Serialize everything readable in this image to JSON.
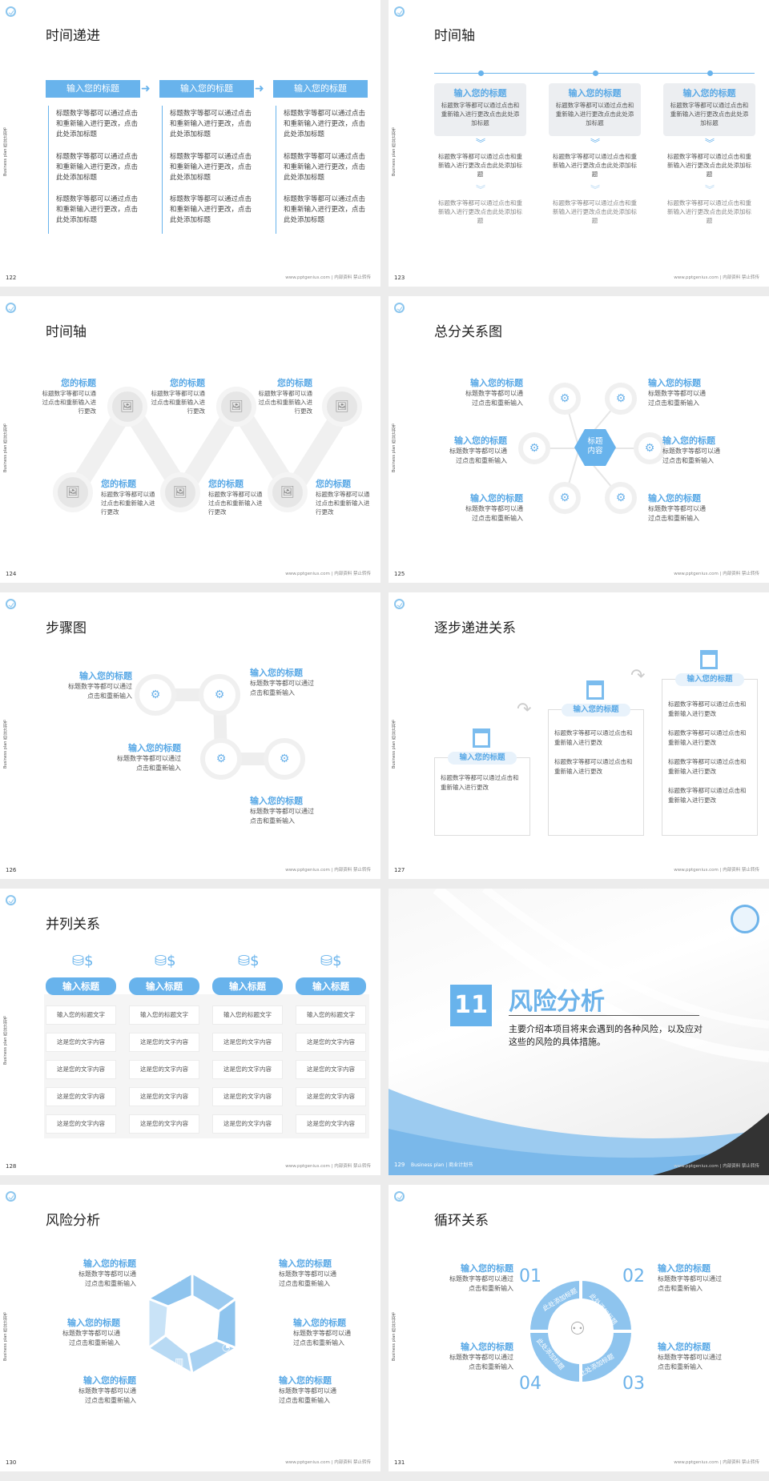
{
  "footer_text": "www.pptgenius.com | 内部资料 禁止转传",
  "side_label": "Business plan 商业计划书",
  "s122": {
    "num": "122",
    "title": "时间递进",
    "headers": [
      "输入您的标题",
      "输入您的标题",
      "输入您的标题"
    ],
    "items": [
      [
        "标题数字等都可以通过点击和重新输入进行更改，点击此处添加标题",
        "标题数字等都可以通过点击和重新输入进行更改，点击此处添加标题",
        "标题数字等都可以通过点击和重新输入进行更改，点击此处添加标题"
      ],
      [
        "标题数字等都可以通过点击和重新输入进行更改，点击此处添加标题",
        "标题数字等都可以通过点击和重新输入进行更改，点击此处添加标题",
        "标题数字等都可以通过点击和重新输入进行更改，点击此处添加标题"
      ],
      [
        "标题数字等都可以通过点击和重新输入进行更改，点击此处添加标题",
        "标题数字等都可以通过点击和重新输入进行更改，点击此处添加标题",
        "标题数字等都可以通过点击和重新输入进行更改，点击此处添加标题"
      ]
    ]
  },
  "s123": {
    "num": "123",
    "title": "时间轴",
    "col_title": "输入您的标题",
    "col_text": "标题数字等都可以通过点击和重新输入进行更改点击此处添加标题",
    "sub_text": "标题数字等都可以通过点击和重新输入进行更改点击此处添加标题"
  },
  "s124": {
    "num": "124",
    "title": "时间轴",
    "item_title": "您的标题",
    "item_text": "标题数字等都可以通过点击和重新输入进行更改"
  },
  "s125": {
    "num": "125",
    "title": "总分关系图",
    "center": "标题内容",
    "item_title": "输入您的标题",
    "item_text": "标题数字等都可以通过点击和重新输入"
  },
  "s126": {
    "num": "126",
    "title": "步骤图",
    "item_title": "输入您的标题",
    "item_text": "标题数字等都可以通过点击和重新输入"
  },
  "s127": {
    "num": "127",
    "title": "逐步递进关系",
    "box_title": "输入您的标题",
    "box_text": "标题数字等都可以通过点击和重新输入进行更改"
  },
  "s128": {
    "num": "128",
    "title": "并列关系",
    "headers": [
      "输入标题",
      "输入标题",
      "输入标题",
      "输入标题"
    ],
    "rows": [
      [
        "输入您的标题文字",
        "输入您的标题文字",
        "输入您的标题文字",
        "输入您的标题文字"
      ],
      [
        "这是您的文字内容",
        "这是您的文字内容",
        "这是您的文字内容",
        "这是您的文字内容"
      ],
      [
        "这是您的文字内容",
        "这是您的文字内容",
        "这是您的文字内容",
        "这是您的文字内容"
      ],
      [
        "这是您的文字内容",
        "这是您的文字内容",
        "这是您的文字内容",
        "这是您的文字内容"
      ],
      [
        "这是您的文字内容",
        "这是您的文字内容",
        "这是您的文字内容",
        "这是您的文字内容"
      ]
    ]
  },
  "s129": {
    "num": "129",
    "section_no": "11",
    "section_title": "风险分析",
    "desc": "主要介绍本项目将来会遇到的各种风险，以及应对这些的风险的具体措施。",
    "foot_left": "Business plan | 商业计划书"
  },
  "s130": {
    "num": "130",
    "title": "风险分析",
    "item_title": "输入您的标题",
    "item_text": "标题数字等都可以通过点击和重新输入"
  },
  "s131": {
    "num": "131",
    "title": "循环关系",
    "nums": [
      "01",
      "02",
      "03",
      "04"
    ],
    "ring": "此处添加标题",
    "item_title": "输入您的标题",
    "item_text": "标题数字等都可以通过点击和重新输入"
  }
}
